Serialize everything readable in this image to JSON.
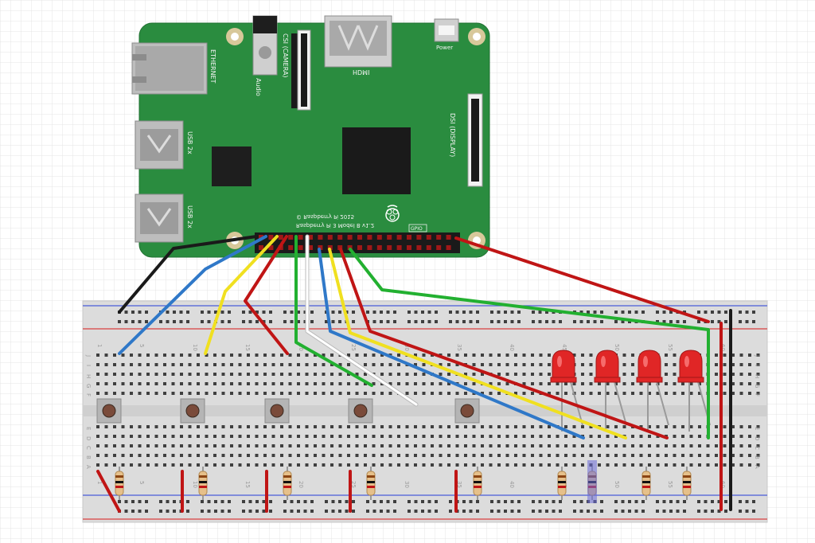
{
  "pi": {
    "ethernet": "ETHERNET",
    "audio": "Audio",
    "csi": "CSI (CAMERA)",
    "hdmi": "HDMI",
    "power": "Power",
    "usb_top": "USB 2x",
    "usb_bottom": "USB 2x",
    "dsi": "DSI (DISPLAY)",
    "copyright": "© Raspberry Pi 2015",
    "model": "Raspberry Pi 3 Model B v1.2",
    "gpio": "GPIO"
  },
  "breadboard": {
    "column_numbers": [
      "1",
      "5",
      "10",
      "15",
      "20",
      "25",
      "30",
      "35",
      "40",
      "45",
      "50",
      "55",
      "60"
    ],
    "row_letters_top": [
      "J",
      "I",
      "H",
      "G",
      "F"
    ],
    "row_letters_bottom": [
      "E",
      "D",
      "C",
      "B",
      "A"
    ]
  },
  "colors": {
    "pcb": "#2a8c3f",
    "wire_black": "#1a1a1a",
    "wire_blue": "#2f78c8",
    "wire_yellow": "#f0e020",
    "wire_red": "#c01515",
    "wire_green": "#22b030",
    "wire_white": "#ffffff",
    "led": "#e02626"
  },
  "components": {
    "buttons": 5,
    "leds": 4,
    "resistors": 9
  }
}
